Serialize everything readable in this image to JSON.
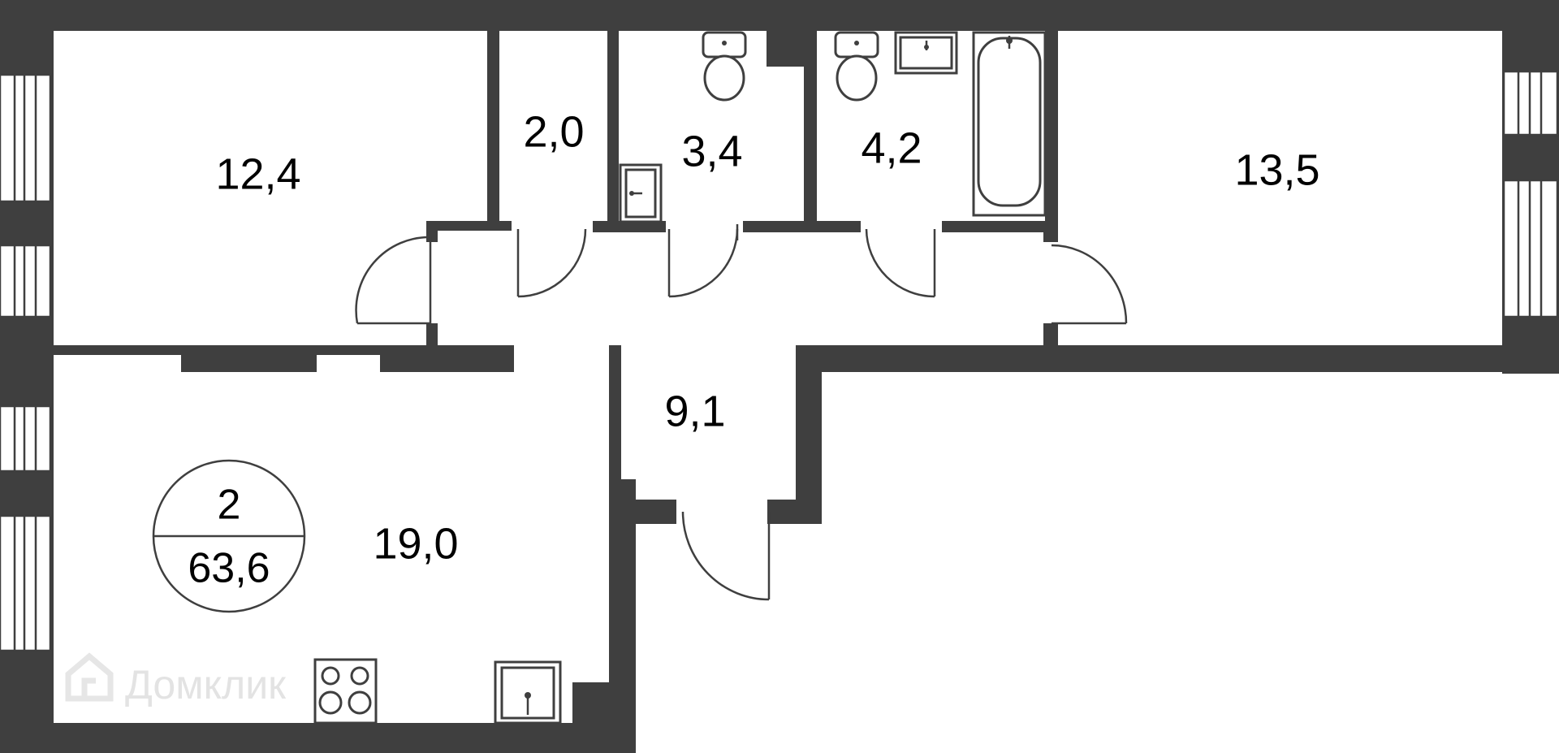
{
  "plan": {
    "rooms_count": "2",
    "total_area": "63,6",
    "rooms": [
      {
        "name": "room-area-bedroom",
        "area": "12,4"
      },
      {
        "name": "room-area-closet",
        "area": "2,0"
      },
      {
        "name": "room-area-toilet",
        "area": "3,4"
      },
      {
        "name": "room-area-bathroom",
        "area": "4,2"
      },
      {
        "name": "room-area-room",
        "area": "13,5"
      },
      {
        "name": "room-area-hall",
        "area": "9,1"
      },
      {
        "name": "room-area-kitchen",
        "area": "19,0"
      }
    ],
    "watermark": "Домклик",
    "colors": {
      "walls": "#3f3f3f",
      "text": "#000000",
      "watermark": "#e3e3e3"
    }
  }
}
